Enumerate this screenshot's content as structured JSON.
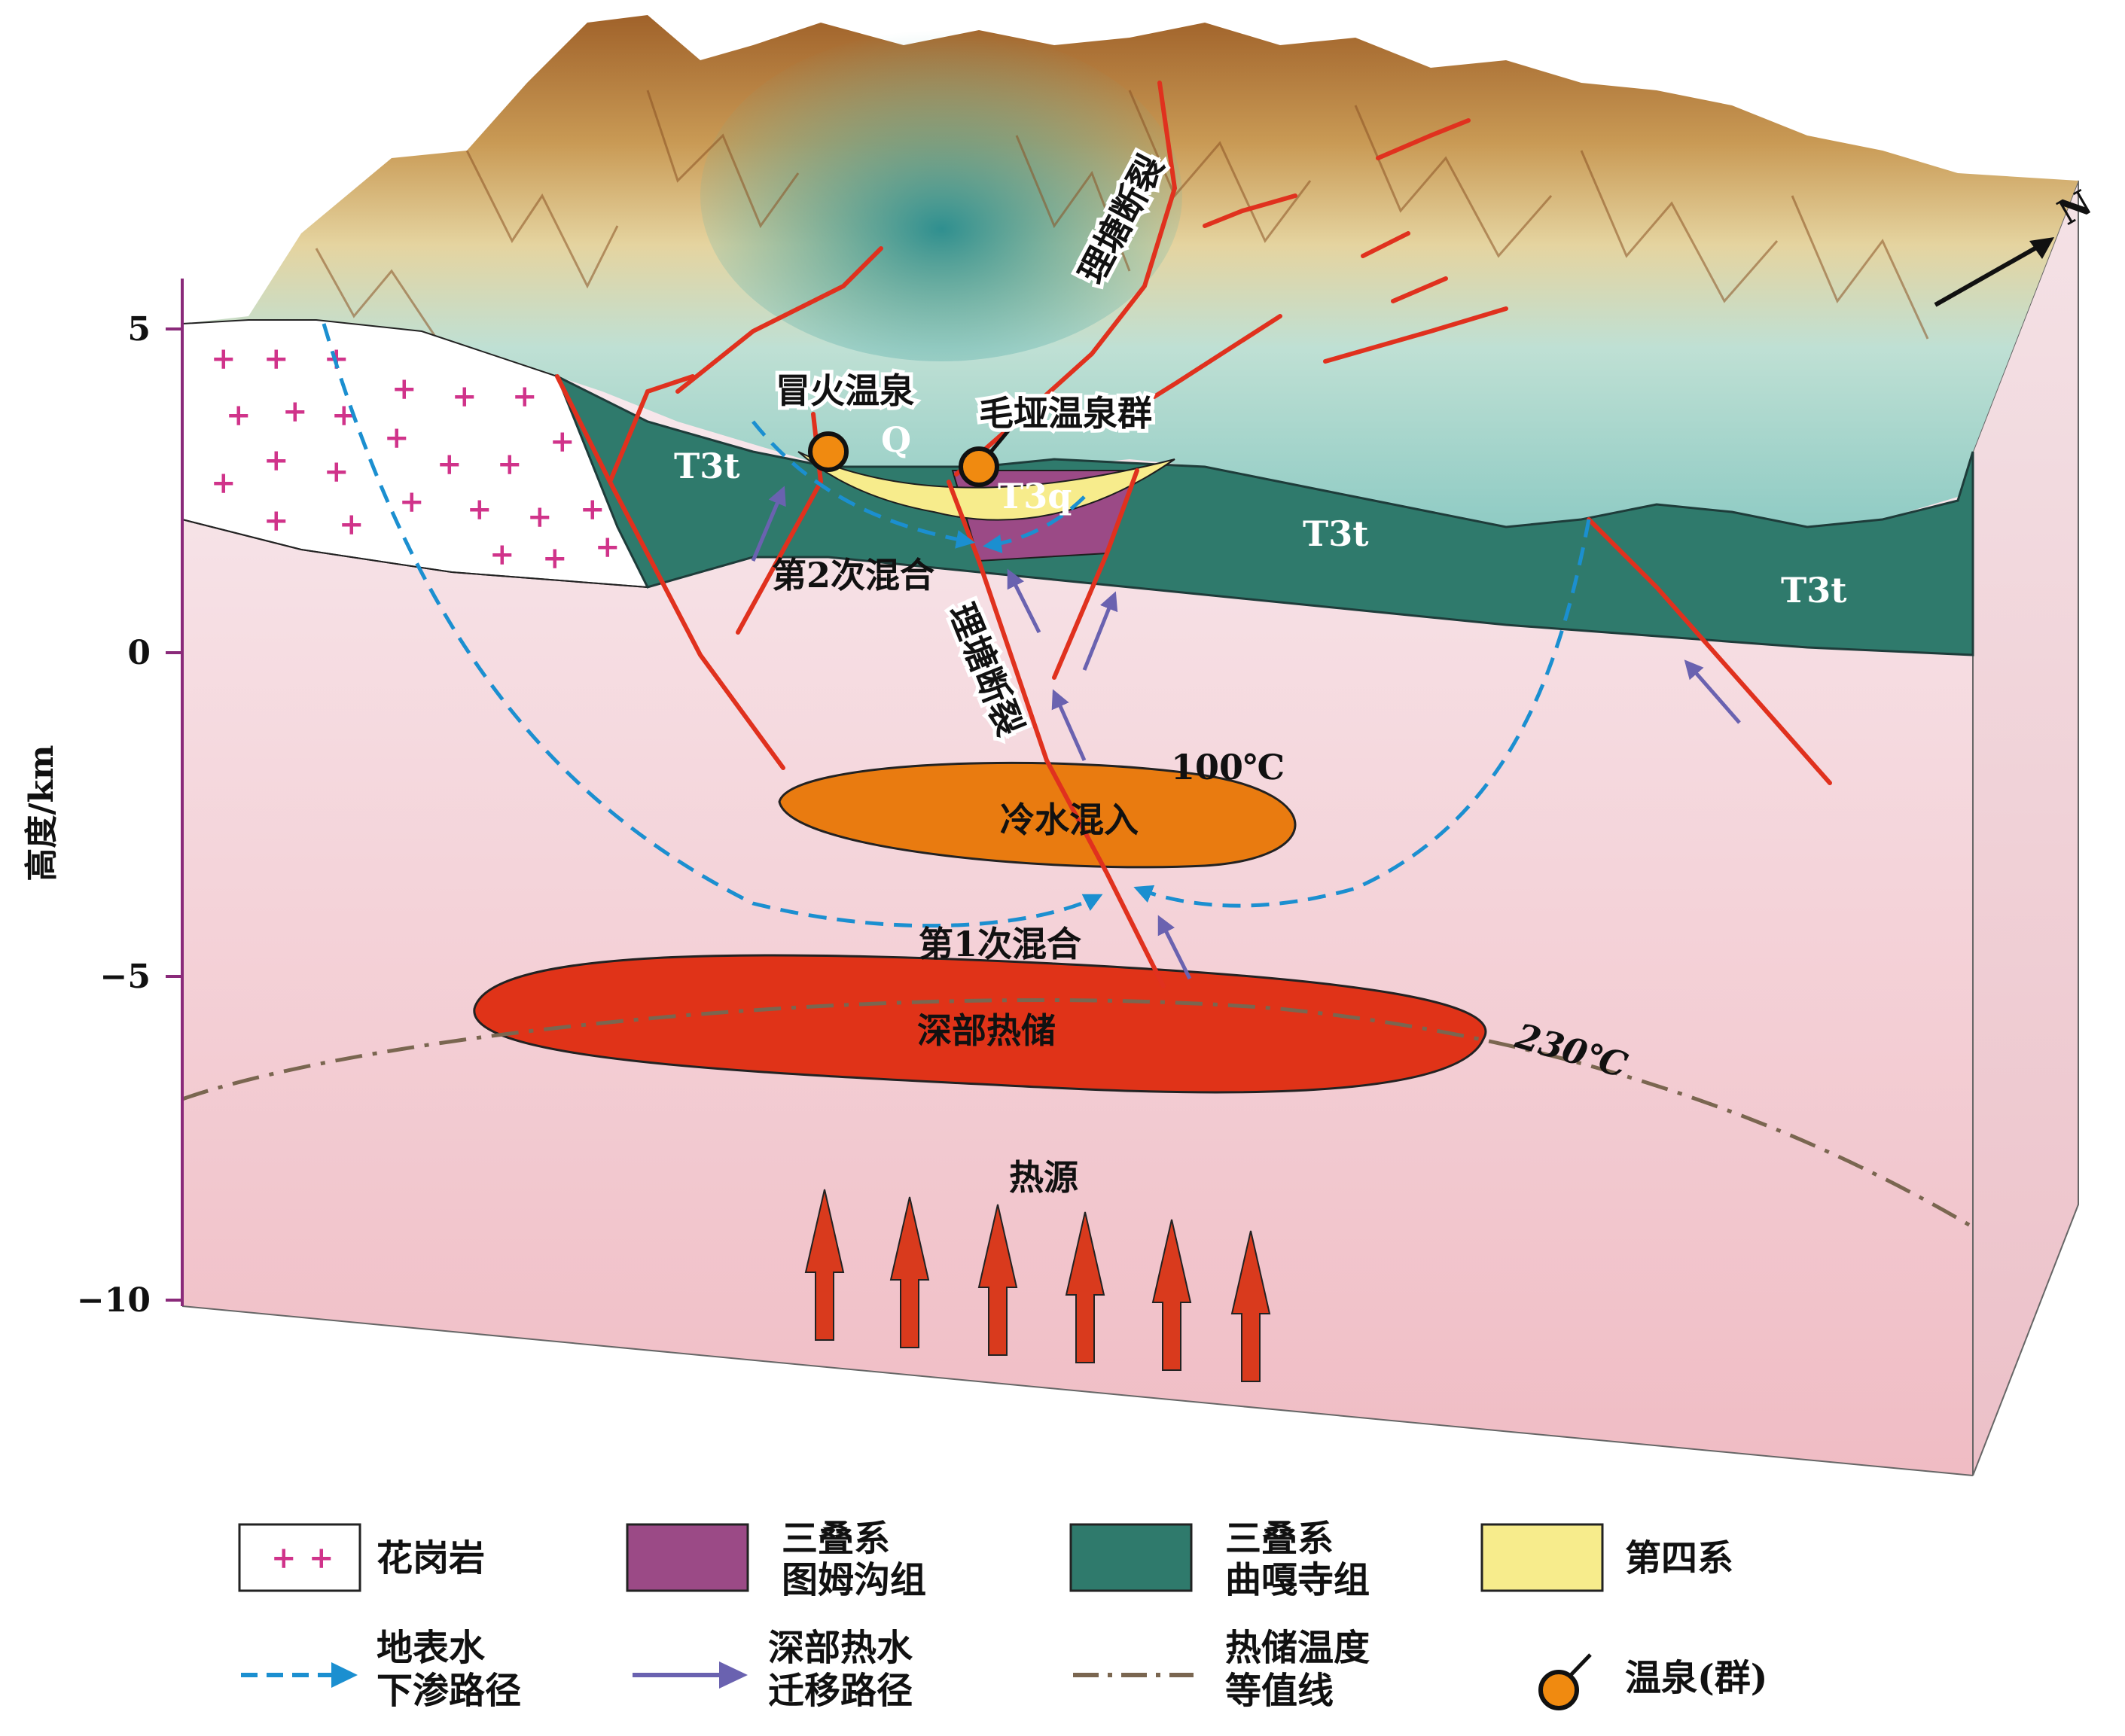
{
  "axis": {
    "ylabel": "高度/km",
    "ticks": [
      "5",
      "0",
      "−5",
      "−10"
    ]
  },
  "labels": {
    "fault_top": "理塘断裂",
    "fault_mid": "理塘断裂",
    "spring_1": "冒火温泉",
    "spring_2": "毛垭温泉群",
    "q": "Q",
    "t3t_a": "T3t",
    "t3t_b": "T3t",
    "t3t_c": "T3t",
    "t3q": "T3q",
    "mix_2": "第2次混合",
    "temp_100": "100℃",
    "cold_mix": "冷水混入",
    "mix_1": "第1次混合",
    "deep_reservoir": "深部热储",
    "temp_230": "230℃",
    "heat_source": "热源",
    "north": "N"
  },
  "legend": [
    {
      "name": "granite",
      "line1": "花岗岩",
      "line2": ""
    },
    {
      "name": "triassic-tumugou",
      "line1": "三叠系",
      "line2": "图姆沟组"
    },
    {
      "name": "triassic-qugasi",
      "line1": "三叠系",
      "line2": "曲嘎寺组"
    },
    {
      "name": "quaternary",
      "line1": "第四系",
      "line2": ""
    },
    {
      "name": "surface-water-path",
      "line1": "地表水",
      "line2": "下渗路径"
    },
    {
      "name": "deep-water-path",
      "line1": "深部热水",
      "line2": "迁移路径"
    },
    {
      "name": "isotherm",
      "line1": "热储温度",
      "line2": "等值线"
    },
    {
      "name": "hot-spring",
      "line1": "温泉(群)",
      "line2": ""
    }
  ],
  "colors": {
    "granite_fill": "#ffffff",
    "tumugou": "#9b4a86",
    "qugasi": "#2f7a6c",
    "quaternary": "#f7ec8c",
    "fault": "#e0311e",
    "surface_path": "#1b8fd0",
    "deep_path": "#6a62b0",
    "reservoir_hot": "#e03318",
    "reservoir_cold": "#e97b10",
    "isotherm": "#7a6650",
    "spring": "#f08a10"
  }
}
